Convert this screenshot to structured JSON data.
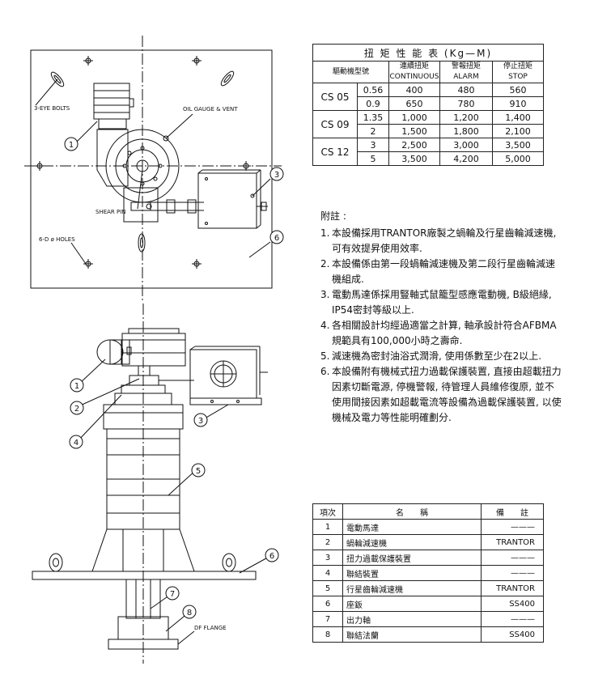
{
  "labels": {
    "eye_bolts": "3-EYE BOLTS",
    "oil_gauge": "OIL GAUGE & VENT",
    "shear_pin": "SHEAR PIN",
    "holes": "6-D ø HOLES",
    "df_flange": "DF FLANGE",
    "b1": "1",
    "b2": "2",
    "b3": "3",
    "b4": "4",
    "b5": "5",
    "b6": "6",
    "b7": "7",
    "b8": "8"
  },
  "torque_table": {
    "title": "扭 矩 性 能 表 (Kg—M)",
    "h_model": "驅動機型號",
    "h_cont_zh": "連續扭矩",
    "h_cont_en": "CONTINUOUS",
    "h_alarm_zh": "警報扭矩",
    "h_alarm_en": "ALARM",
    "h_stop_zh": "停止扭矩",
    "h_stop_en": "STOP",
    "groups": [
      {
        "model": "CS 05",
        "rows": [
          [
            "0.56",
            "400",
            "480",
            "560"
          ],
          [
            "0.9",
            "650",
            "780",
            "910"
          ]
        ]
      },
      {
        "model": "CS 09",
        "rows": [
          [
            "1.35",
            "1,000",
            "1,200",
            "1,400"
          ],
          [
            "2",
            "1,500",
            "1,800",
            "2,100"
          ]
        ]
      },
      {
        "model": "CS 12",
        "rows": [
          [
            "3",
            "2,500",
            "3,000",
            "3,500"
          ],
          [
            "5",
            "3,500",
            "4,200",
            "5,000"
          ]
        ]
      }
    ]
  },
  "notes": {
    "title": "附註 :",
    "items": [
      {
        "num": "1.",
        "text": "本設備採用TRANTOR廠製之蝸輪及行星齒輪減速機, 可有效提昇使用效率."
      },
      {
        "num": "2.",
        "text": "本設備係由第一段蝸輪減速機及第二段行星齒輪減速機組成."
      },
      {
        "num": "3.",
        "text": "電動馬達係採用豎軸式鼠籠型感應電動機, B級絕緣, IP54密封等級以上."
      },
      {
        "num": "4.",
        "text": "各相關設計均經過適當之計算, 軸承設計符合AFBMA規範具有100,000小時之壽命."
      },
      {
        "num": "5.",
        "text": "減速機為密封油浴式潤滑, 使用係數至少在2以上."
      },
      {
        "num": "6.",
        "text": "本設備附有機械式扭力過載保護裝置, 直接由超載扭力因素切斷電源, 停機警報, 待管理人員維修復原, 並不使用間接因素如超載電流等設備為過載保護裝置, 以使機械及電力等性能明確劃分."
      }
    ]
  },
  "parts_table": {
    "h_no": "項次",
    "h_name": "名　　稱",
    "h_remark": "備　　註",
    "rows": [
      [
        "1",
        "電動馬達",
        "———"
      ],
      [
        "2",
        "蝸輪減速機",
        "TRANTOR"
      ],
      [
        "3",
        "扭力過載保護裝置",
        "———"
      ],
      [
        "4",
        "聯結裝置",
        "———"
      ],
      [
        "5",
        "行星齒輪減速機",
        "TRANTOR"
      ],
      [
        "6",
        "座鈑",
        "SS400"
      ],
      [
        "7",
        "出力軸",
        "———"
      ],
      [
        "8",
        "聯結法蘭",
        "SS400"
      ]
    ]
  }
}
